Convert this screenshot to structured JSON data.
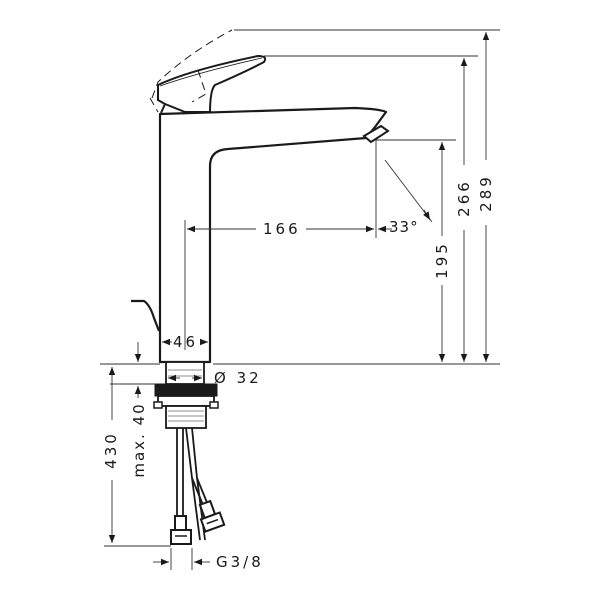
{
  "drawing": {
    "subject": "Single-lever basin mixer, side elevation",
    "colors": {
      "line": "#1a1a1a",
      "dim_line": "#333333",
      "background": "#ffffff"
    },
    "dimensions": {
      "spout_reach": "166",
      "spray_angle": "33°",
      "body_width": "46",
      "mount_diameter": "Ø 32",
      "spout_height": "195",
      "lever_top_height": "266",
      "lever_open_height": "289",
      "hose_length": "430",
      "max_deck_thickness": "max. 40",
      "connection_thread": "G3/8"
    }
  }
}
